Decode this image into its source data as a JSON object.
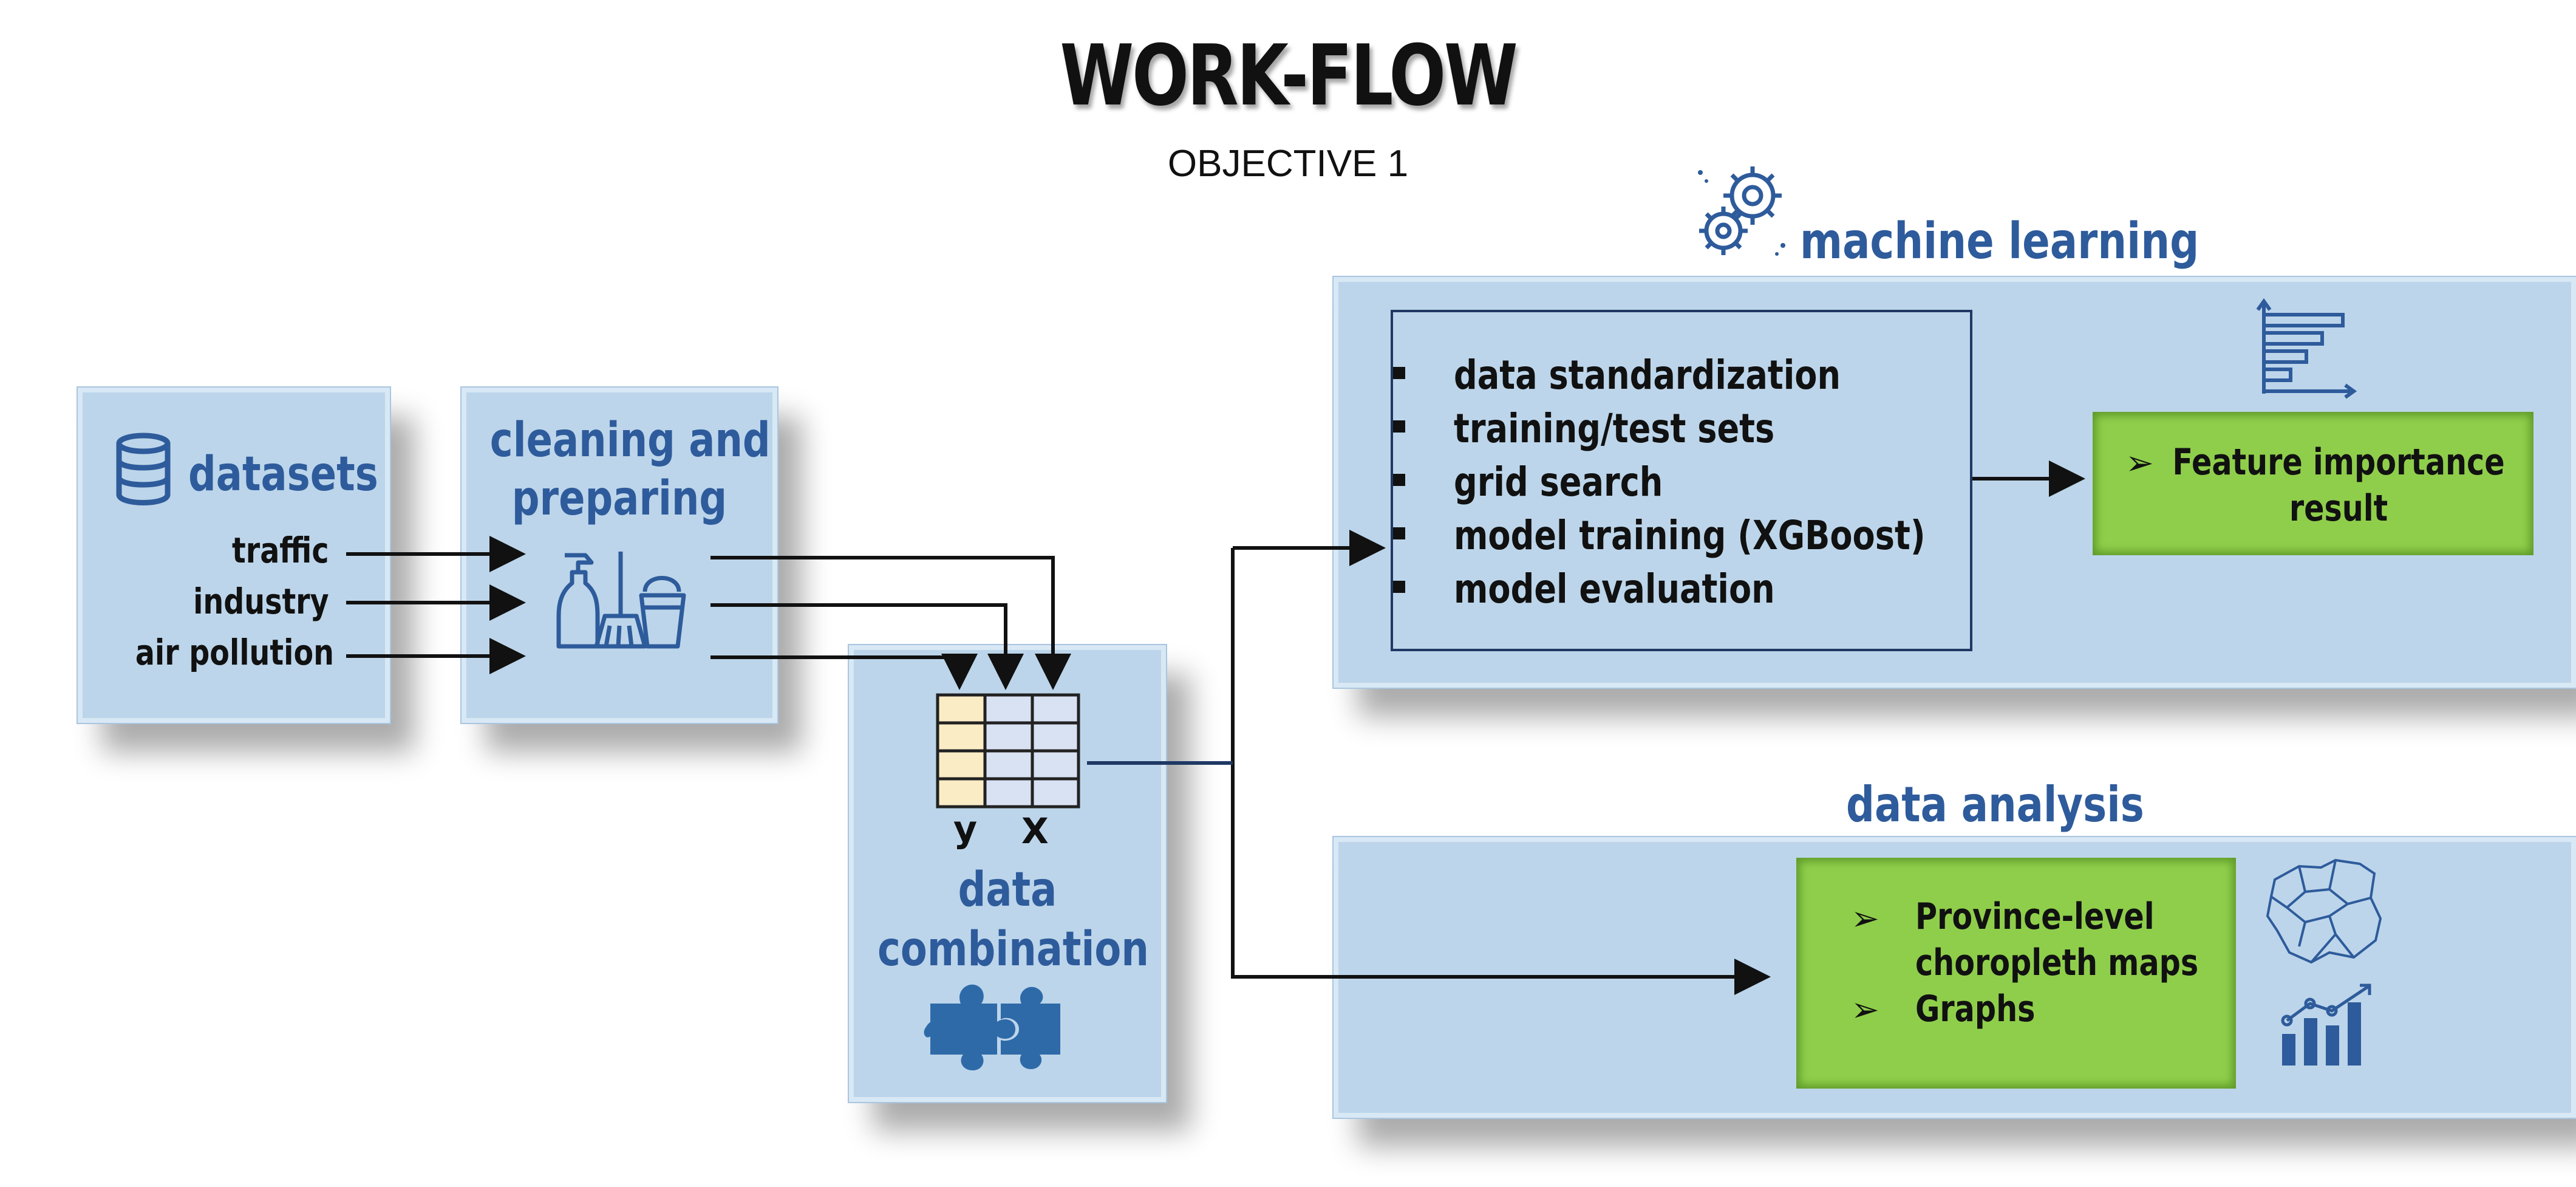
{
  "header": {
    "title": "WORK-FLOW",
    "subtitle": "OBJECTIVE 1"
  },
  "datasets": {
    "heading": "datasets",
    "items": [
      "traffic",
      "industry",
      "air pollution"
    ]
  },
  "cleaning": {
    "heading_line1": "cleaning and",
    "heading_line2": "preparing"
  },
  "combination": {
    "y_label": "y",
    "x_label": "X",
    "heading_line1": "data",
    "heading_line2": "combination"
  },
  "machine_learning": {
    "heading": "machine learning",
    "steps": [
      "data standardization",
      "training/test sets",
      "grid search",
      "model training (XGBoost)",
      "model evaluation"
    ],
    "result_line1": "Feature importance",
    "result_line2": "result"
  },
  "data_analysis": {
    "heading": "data analysis",
    "outputs_line1": "Province-level",
    "outputs_line2": "choropleth maps",
    "outputs_item2": "Graphs"
  },
  "icons": [
    "database-icon",
    "cleaning-supplies-icon",
    "data-table-icon",
    "puzzle-icon",
    "gear-icon",
    "bar-chart-icon",
    "poland-map-icon",
    "line-bar-chart-icon"
  ],
  "colors": {
    "heading_blue": "#2e5b9b",
    "panel_blue": "#bcd5ea",
    "result_green": "#8fce4b",
    "connector": "#1f3864"
  }
}
